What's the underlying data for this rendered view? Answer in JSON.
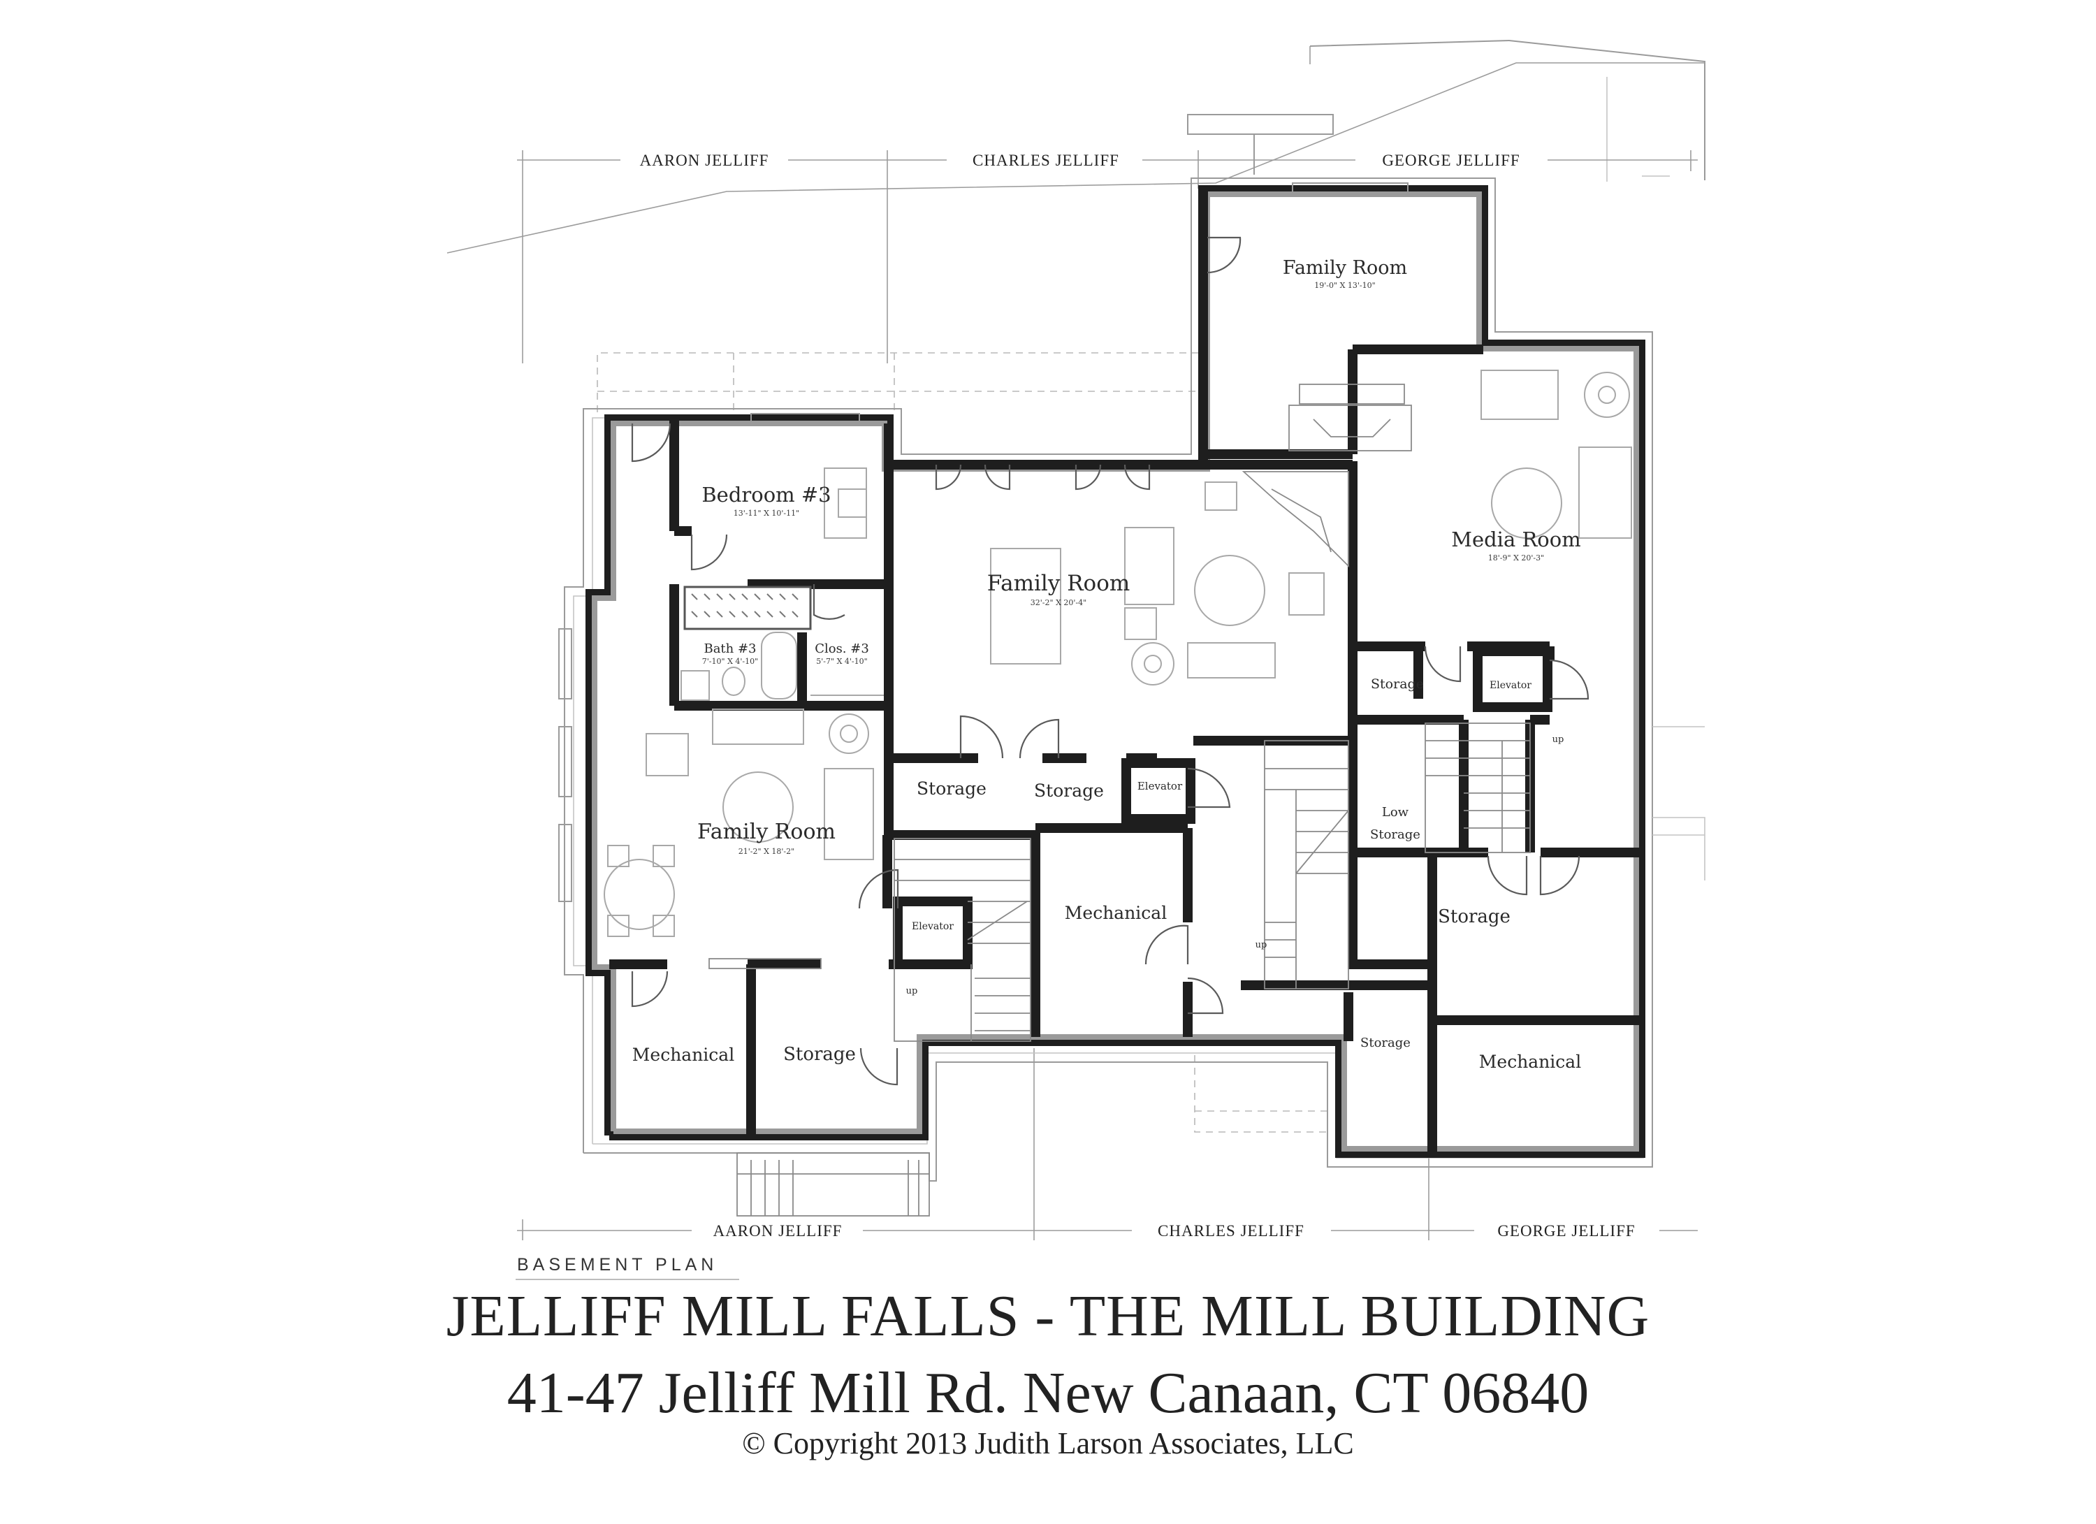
{
  "plan_label": "BASEMENT PLAN",
  "title": "JELLIFF MILL FALLS - THE MILL BUILDING",
  "address": "41-47 Jelliff Mill Rd. New Canaan, CT 06840",
  "copyright": "© Copyright 2013 Judith Larson Associates, LLC",
  "owners_top": [
    "AARON JELLIFF",
    "CHARLES JELLIFF",
    "GEORGE JELLIFF"
  ],
  "owners_bottom": [
    "AARON JELLIFF",
    "CHARLES JELLIFF",
    "GEORGE JELLIFF"
  ],
  "rooms": {
    "family_room_ne": {
      "name": "Family Room",
      "dims": "19'-0\" X 13'-10\""
    },
    "bedroom_3": {
      "name": "Bedroom #3",
      "dims": "13'-11\" X 10'-11\""
    },
    "bath_3": {
      "name": "Bath #3",
      "dims": "7'-10\" X 4'-10\""
    },
    "clos_3": {
      "name": "Clos. #3",
      "dims": "5'-7\" X 4'-10\""
    },
    "family_room_center": {
      "name": "Family Room",
      "dims": "32'-2\" X 20'-4\""
    },
    "media_room": {
      "name": "Media Room",
      "dims": "18'-9\" X 20'-3\""
    },
    "family_room_west": {
      "name": "Family Room",
      "dims": "21'-2\" X 18'-2\""
    },
    "storage_center_1": {
      "name": "Storage"
    },
    "storage_center_2": {
      "name": "Storage"
    },
    "elevator_center": {
      "name": "Elevator"
    },
    "storage_east_1": {
      "name": "Storage"
    },
    "elevator_east": {
      "name": "Elevator"
    },
    "low_storage": {
      "name": "Low Storage"
    },
    "elevator_west": {
      "name": "Elevator"
    },
    "mechanical_center": {
      "name": "Mechanical"
    },
    "storage_east_2": {
      "name": "Storage"
    },
    "mechanical_west": {
      "name": "Mechanical"
    },
    "storage_west": {
      "name": "Storage"
    },
    "storage_south": {
      "name": "Storage"
    },
    "mechanical_east": {
      "name": "Mechanical"
    }
  },
  "stairs": {
    "up_east": "up",
    "up_center": "up",
    "up_west": "up"
  }
}
